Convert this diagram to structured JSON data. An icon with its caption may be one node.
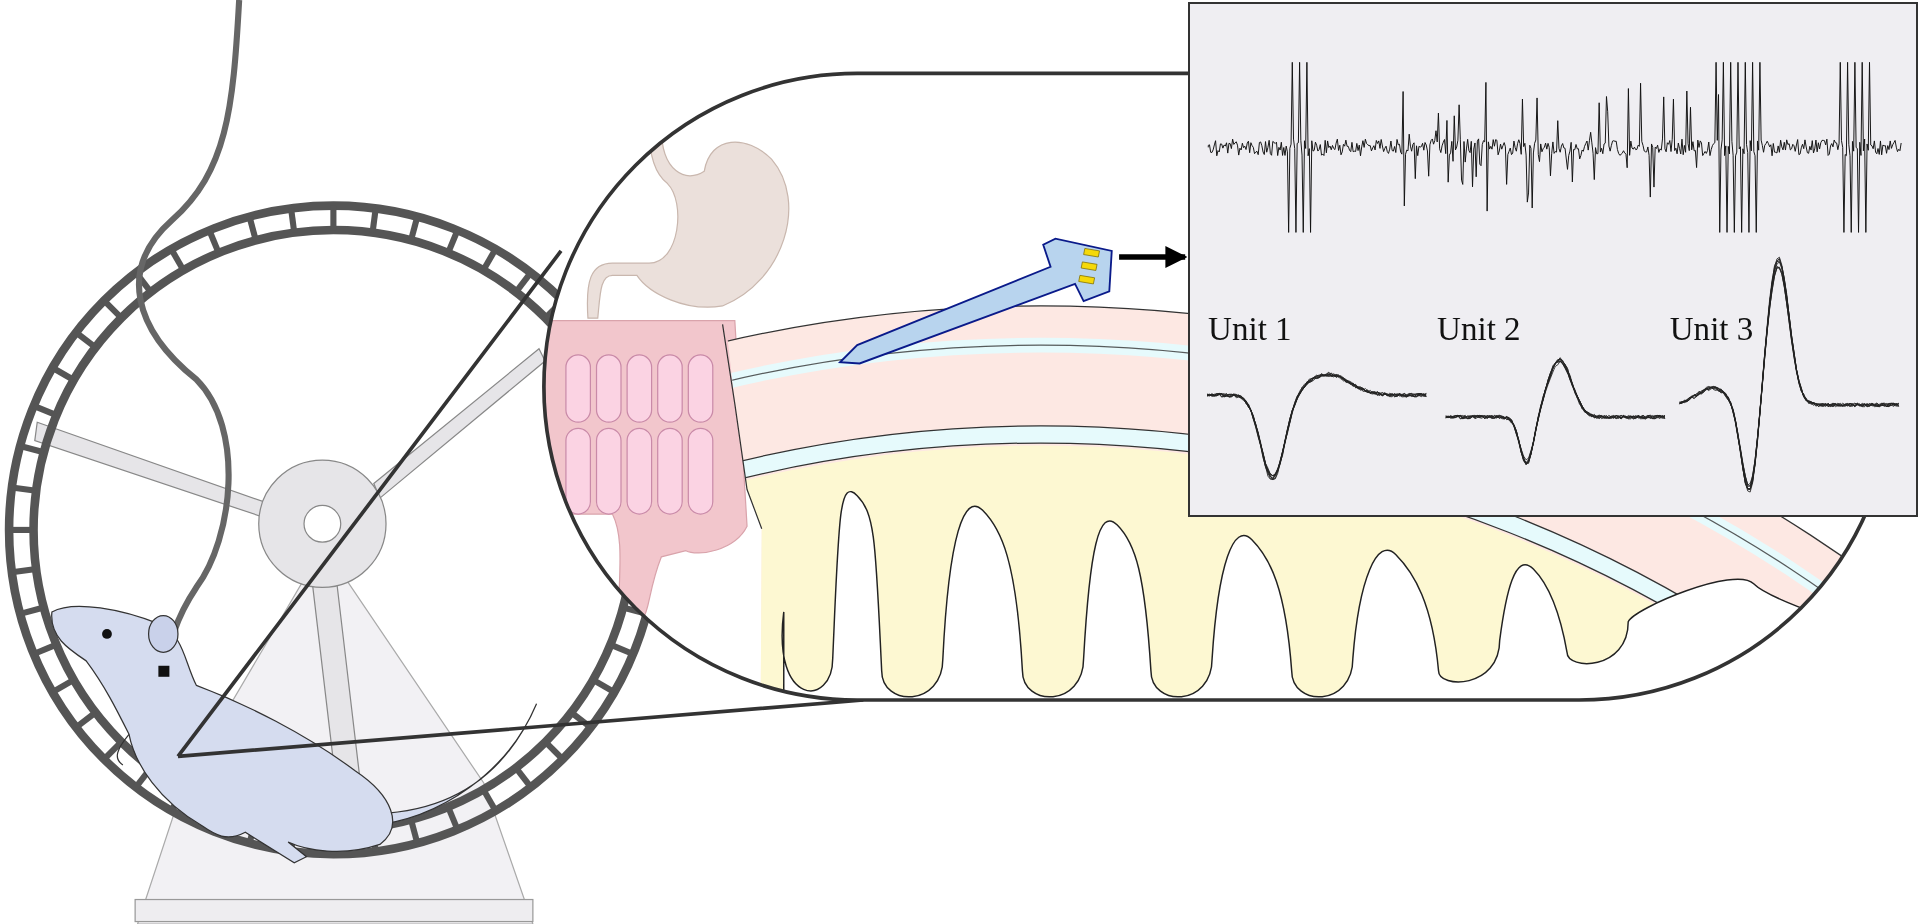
{
  "diagram": {
    "nodes": [
      {
        "text": [],
        "shape": "picture"
      },
      {
        "text": [
          "Unit 1",
          "Unit 2",
          "Unit 3"
        ]
      }
    ],
    "edges": [
      {
        "from": 0,
        "to": 1,
        "arrow": "to"
      }
    ]
  }
}
